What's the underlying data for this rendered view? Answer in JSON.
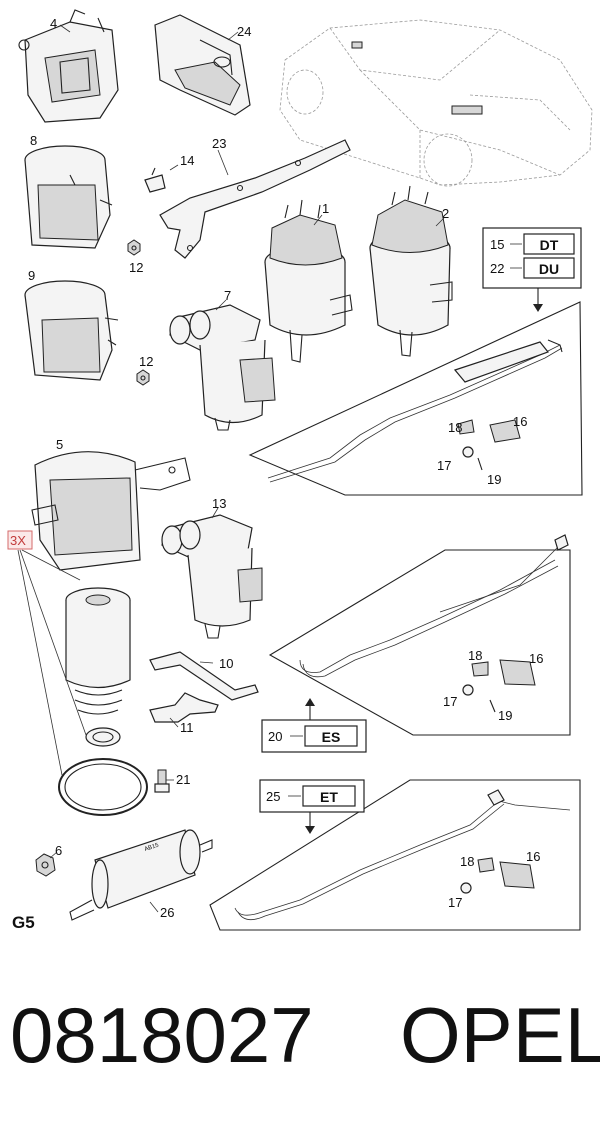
{
  "labels": {
    "l1": "1",
    "l2": "2",
    "l4": "4",
    "l5": "5",
    "l6": "6",
    "l7": "7",
    "l8": "8",
    "l9": "9",
    "l10": "10",
    "l11": "11",
    "l12a": "12",
    "l12b": "12",
    "l13": "13",
    "l14": "14",
    "l15": "15",
    "l16a": "16",
    "l16b": "16",
    "l16c": "16",
    "l17a": "17",
    "l17b": "17",
    "l17c": "17",
    "l18a": "18",
    "l18b": "18",
    "l18c": "18",
    "l19a": "19",
    "l19b": "19",
    "l20": "20",
    "l21": "21",
    "l22": "22",
    "l23": "23",
    "l24": "24",
    "l25": "25",
    "l26": "26"
  },
  "codes": {
    "dt": "DT",
    "du": "DU",
    "es": "ES",
    "et": "ET"
  },
  "quantity": "3X",
  "page_code": "G5",
  "filter_marking": "AB15",
  "footer": {
    "part_number": "0818027",
    "brand": "OPEL"
  }
}
